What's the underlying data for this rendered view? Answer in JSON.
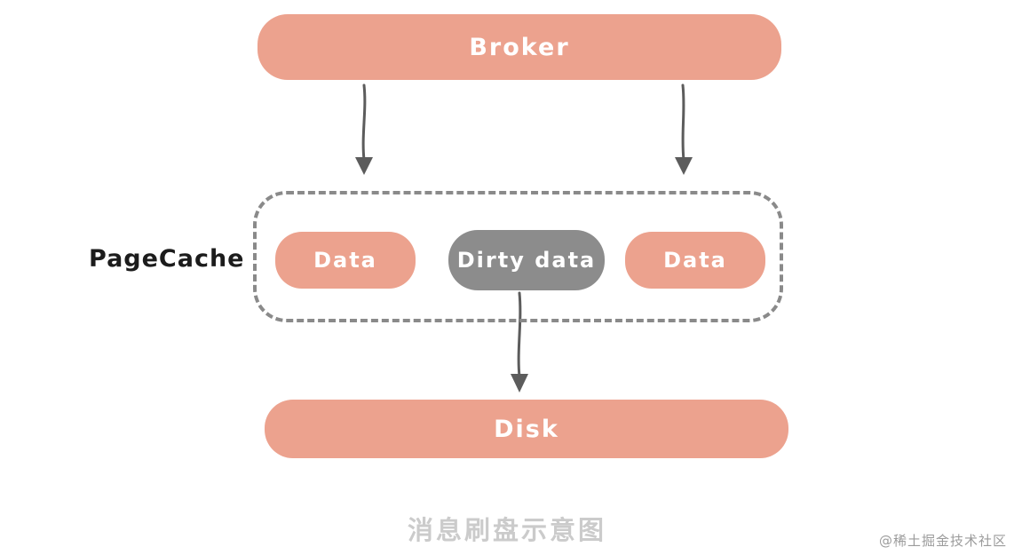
{
  "diagram": {
    "nodes": {
      "broker": "Broker",
      "pagecache": "PageCache",
      "data_left": "Data",
      "dirty_data": "Dirty data",
      "data_right": "Data",
      "disk": "Disk"
    },
    "edges": [
      {
        "from": "broker",
        "to": "pagecache",
        "side": "left"
      },
      {
        "from": "broker",
        "to": "pagecache",
        "side": "right"
      },
      {
        "from": "dirty_data",
        "to": "disk",
        "side": "center"
      }
    ],
    "caption": "消息刷盘示意图",
    "watermark": "@稀土掘金技术社区",
    "colors": {
      "salmon": "#ECA28E",
      "gray_box": "#8C8C8C",
      "dashed_border": "#8A8A8A",
      "arrow": "#5C5C5C",
      "caption_gray": "#CBCBCB",
      "watermark_gray": "#9B9B9B",
      "background": "#FFFFFF",
      "node_text": "#FFFFFF",
      "pagecache_label_text": "#1C1C1C"
    }
  }
}
